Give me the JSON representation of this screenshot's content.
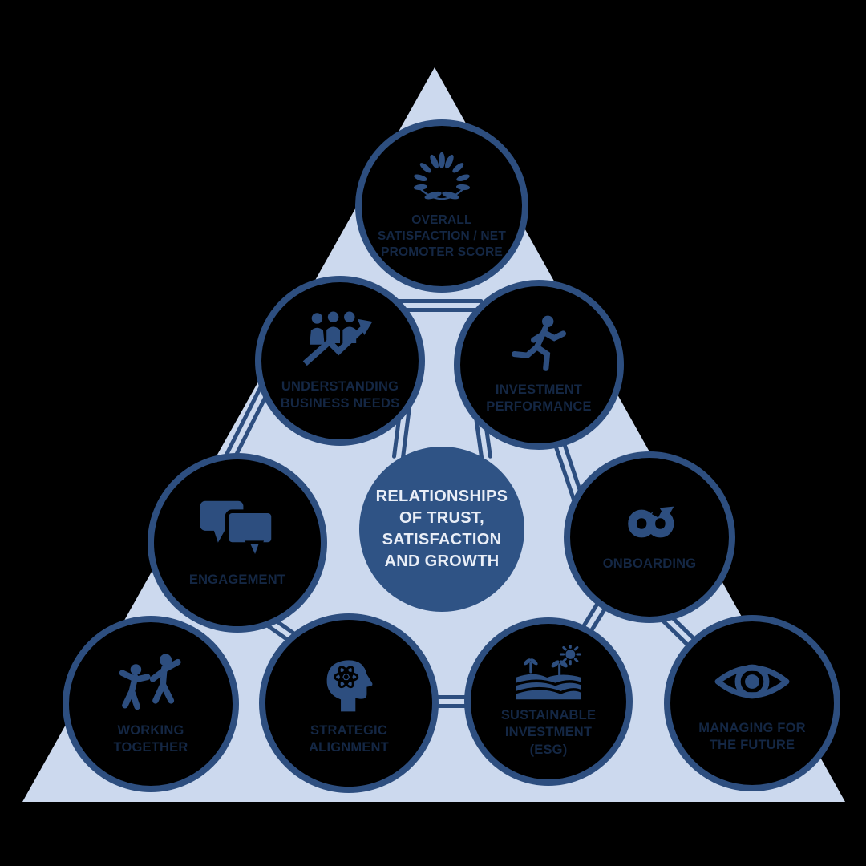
{
  "colors": {
    "ring": "#2d4e7f",
    "centerFill": "#2f5385",
    "triangle": "#ccd9ee",
    "label": "#142744",
    "centerLabel": "#e9eef7"
  },
  "center": {
    "label": "RELATIONSHIPS OF TRUST, SATISFACTION AND GROWTH"
  },
  "nodes": {
    "overall": {
      "label": "OVERALL SATISFACTION / NET PROMOTER SCORE",
      "icon": "laurel-wreath-icon"
    },
    "understanding": {
      "label": "UNDERSTANDING BUSINESS NEEDS",
      "icon": "people-growth-icon"
    },
    "investment": {
      "label": "INVESTMENT PERFORMANCE",
      "icon": "runner-icon"
    },
    "engagement": {
      "label": "ENGAGEMENT",
      "icon": "chat-bubbles-icon"
    },
    "onboarding": {
      "label": "ONBOARDING",
      "icon": "infinity-icon"
    },
    "working": {
      "label": "WORKING TOGETHER",
      "icon": "teamwork-icon"
    },
    "strategic": {
      "label": "STRATEGIC ALIGNMENT",
      "icon": "strategy-head-icon"
    },
    "sustainable": {
      "label": "SUSTAINABLE INVESTMENT (ESG)",
      "icon": "esg-field-icon"
    },
    "managing": {
      "label": "MANAGING FOR THE FUTURE",
      "icon": "eye-icon"
    }
  }
}
